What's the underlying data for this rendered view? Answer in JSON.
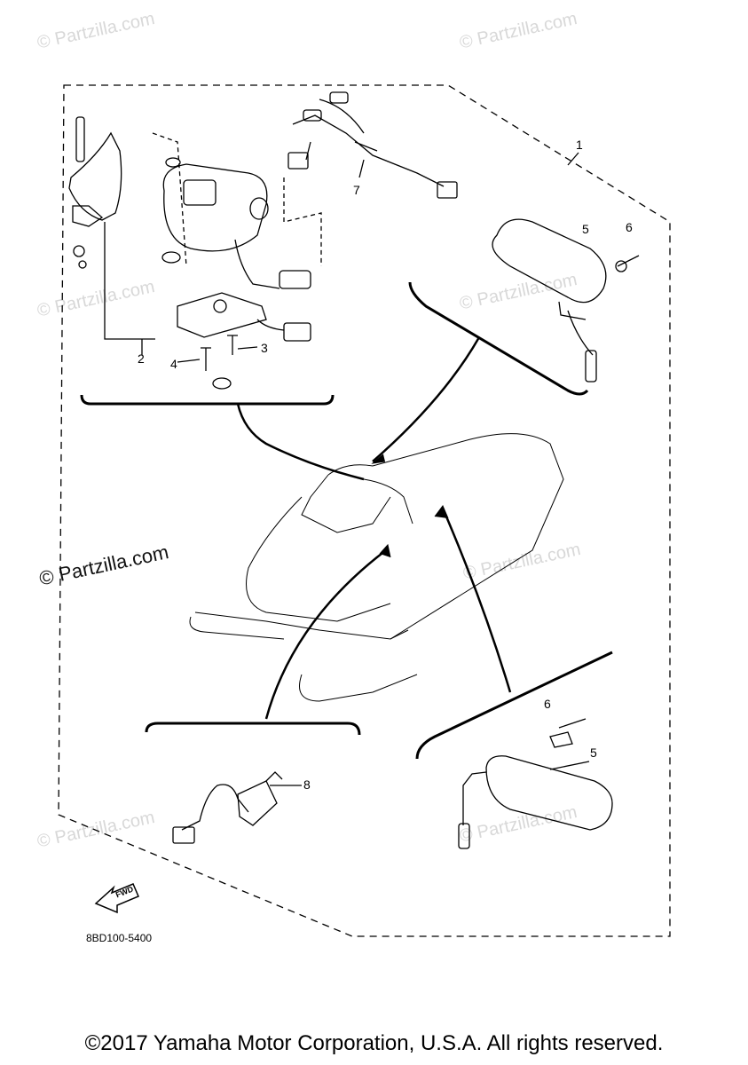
{
  "watermarks": {
    "top_left": "© Partzilla.com",
    "top_right": "© Partzilla.com",
    "mid_left": "© Partzilla.com",
    "mid_right": "© Partzilla.com",
    "main": "© Partzilla.com",
    "center_right": "© Partzilla.com",
    "bottom_left": "© Partzilla.com",
    "bottom_right": "© Partzilla.com"
  },
  "callouts": {
    "n1": "1",
    "n2": "2",
    "n3": "3",
    "n4": "4",
    "n5_top": "5",
    "n6_top": "6",
    "n7": "7",
    "n5_bottom": "5",
    "n6_bottom": "6",
    "n8": "8"
  },
  "fwd_label": "FWD",
  "diagram_code": "8BD100-5400",
  "copyright": "©2017 Yamaha Motor Corporation, U.S.A. All rights reserved."
}
